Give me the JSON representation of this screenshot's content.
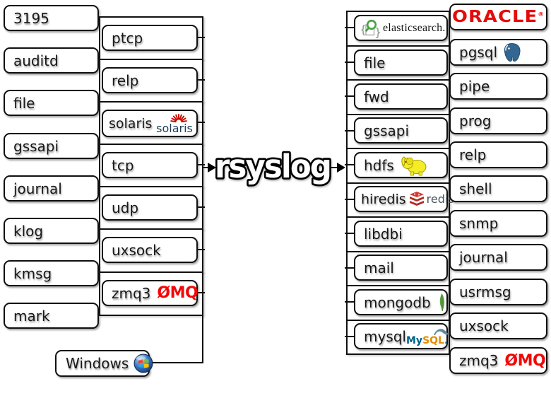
{
  "diagram": {
    "center": {
      "label": "rsyslog"
    },
    "colors": {
      "box_border": "#101010",
      "box_background": "#ffffff",
      "zeromq_red": "#f00808",
      "oracle_red": "#e50b0b",
      "solaris_navy": "#1a3f5c",
      "solaris_ray_red": "#c41200",
      "elasticsearch_green": "#48a23f",
      "hadoop_yellow": "#f4ec27",
      "redis_red": "#d43b32",
      "mongodb_green": "#5ba341",
      "postgres_blue": "#336791",
      "mysql_blue": "#00618a",
      "mysql_orange": "#e48e00"
    },
    "inputs": {
      "items": [
        {
          "label": "3195"
        },
        {
          "label": "auditd"
        },
        {
          "label": "file"
        },
        {
          "label": "gssapi"
        },
        {
          "label": "journal"
        },
        {
          "label": "klog"
        },
        {
          "label": "kmsg"
        },
        {
          "label": "mark"
        }
      ],
      "windows": {
        "label": "Windows",
        "icon": "windows-orb-icon"
      }
    },
    "input_protocols": {
      "items": [
        {
          "label": "ptcp"
        },
        {
          "label": "relp"
        },
        {
          "label": "solaris",
          "icon": "solaris-logo-icon",
          "logo_text": "solaris"
        },
        {
          "label": "tcp"
        },
        {
          "label": "udp"
        },
        {
          "label": "uxsock"
        },
        {
          "label": "zmq3",
          "logo_text": "ØMQ"
        }
      ]
    },
    "outputs": {
      "items": [
        {
          "label": "elasticsearch.",
          "icon": "elasticsearch-logo-icon"
        },
        {
          "label": "file"
        },
        {
          "label": "fwd"
        },
        {
          "label": "gssapi"
        },
        {
          "label": "hdfs",
          "icon": "hadoop-elephant-icon"
        },
        {
          "label": "hiredis",
          "icon": "redis-logo-icon",
          "logo_text": "redis"
        },
        {
          "label": "libdbi"
        },
        {
          "label": "mail"
        },
        {
          "label": "mongodb",
          "icon": "mongodb-leaf-icon"
        },
        {
          "label": "mysql",
          "icon": "mysql-logo-icon",
          "logo_parts": {
            "my": "My",
            "sql": "SQL",
            "dot": "."
          }
        }
      ]
    },
    "output_targets": {
      "items": [
        {
          "label": "ORACLE",
          "icon": "oracle-wordmark",
          "registered": "®"
        },
        {
          "label": "pgsql",
          "icon": "postgresql-elephant-icon"
        },
        {
          "label": "pipe"
        },
        {
          "label": "prog"
        },
        {
          "label": "relp"
        },
        {
          "label": "shell"
        },
        {
          "label": "snmp"
        },
        {
          "label": "journal"
        },
        {
          "label": "usrmsg"
        },
        {
          "label": "uxsock"
        },
        {
          "label": "zmq3",
          "logo_text": "ØMQ"
        }
      ]
    }
  }
}
